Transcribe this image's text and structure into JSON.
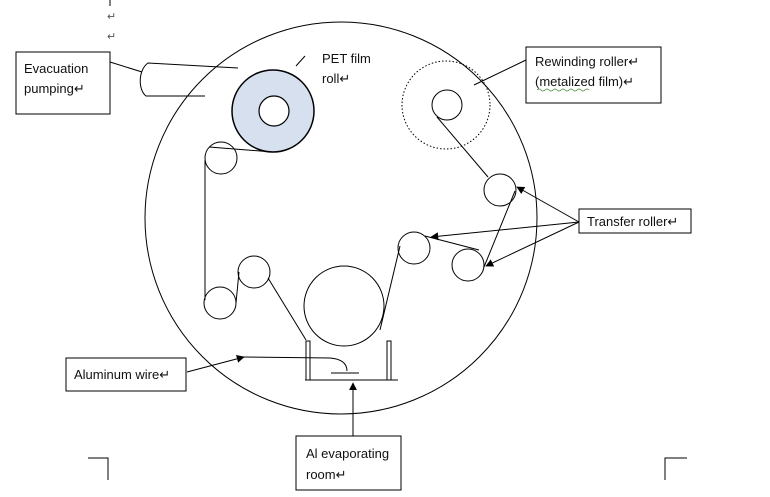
{
  "labels": {
    "evacuation_line1": "Evacuation",
    "evacuation_line2": "pumping↵",
    "pet_line1": "PET  film",
    "pet_line2": "roll↵",
    "rewind_line1": "Rewinding roller↵",
    "rewind_line2": "(metalized film)↵",
    "transfer": "Transfer roller↵",
    "aluminum_wire": "Aluminum wire↵",
    "al_line1": "Al  evaporating",
    "al_line2": "room↵"
  },
  "edit_marks": {
    "top_mark_1": "↵",
    "top_mark_2": "↵"
  },
  "colors": {
    "stroke": "#000000",
    "pet_roll_fill": "#d6e0ee",
    "squiggle": "#4a8a3a"
  }
}
